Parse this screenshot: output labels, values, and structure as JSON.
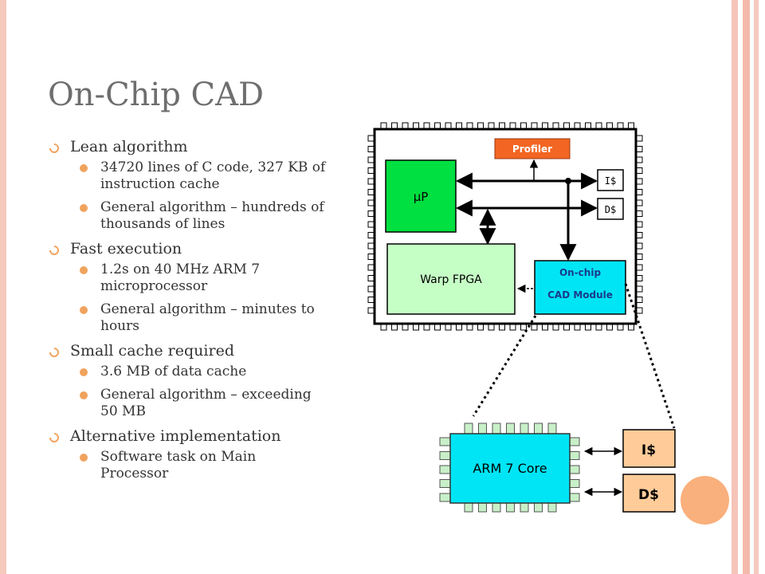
{
  "slide": {
    "title": "On-Chip CAD",
    "bullets": [
      {
        "text": "Lean algorithm",
        "sub": [
          "34720 lines of C code, 327 KB of instruction cache",
          "General algorithm – hundreds of thousands of lines"
        ]
      },
      {
        "text": "Fast execution",
        "sub": [
          "1.2s on 40 MHz ARM 7 microprocessor",
          "General algorithm – minutes to hours"
        ]
      },
      {
        "text": "Small cache required",
        "sub": [
          "3.6 MB of data cache",
          "General algorithm – exceeding 50 MB"
        ]
      },
      {
        "text": "Alternative implementation",
        "sub": [
          "Software task on Main Processor"
        ]
      }
    ]
  },
  "diagram": {
    "profiler": "Profiler",
    "up": "µP",
    "icache": "I$",
    "dcache": "D$",
    "warp_fpga": "Warp FPGA",
    "cad_module_line1": "On-chip",
    "cad_module_line2": "CAD Module",
    "arm_core": "ARM 7 Core",
    "arm_icache": "I$",
    "arm_dcache": "D$"
  },
  "colors": {
    "title": "#6e6e6e",
    "bullet_accent": "#f0a35e",
    "profiler": "#f26522",
    "up": "#00e040",
    "warp_fpga": "#c6ffc6",
    "cad_module": "#00e5f5",
    "arm_core": "#00e5f5",
    "arm_cache": "#ffcc99",
    "frame": "#f6c4b8"
  }
}
